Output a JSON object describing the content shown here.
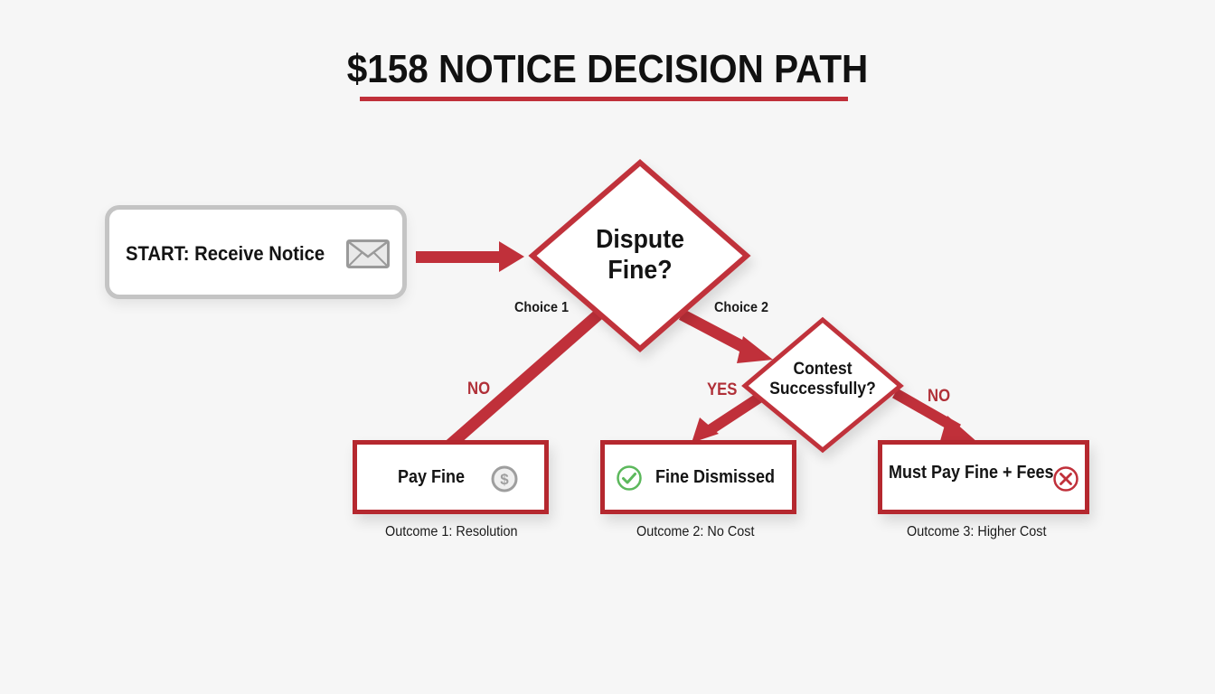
{
  "title": "$158 NOTICE DECISION PATH",
  "colors": {
    "accent_red": "#c0303a",
    "box_border_red": "#b5282f",
    "start_border_gray": "#c4c4c4",
    "success_green": "#5cb85c",
    "neutral_gray": "#9a9a9a",
    "background": "#f6f6f6"
  },
  "start": {
    "label": "START: Receive Notice",
    "icon": "envelope-icon"
  },
  "decision_1": {
    "line1": "Dispute",
    "line2": "Fine?",
    "choice_left": "Choice 1",
    "choice_right": "Choice 2",
    "left_branch": "NO"
  },
  "decision_2": {
    "line1": "Contest",
    "line2": "Successfully?",
    "left_branch": "YES",
    "right_branch": "NO"
  },
  "outcomes": [
    {
      "label": "Pay Fine",
      "icon": "dollar-coin-icon",
      "caption": "Outcome 1: Resolution"
    },
    {
      "label": "Fine Dismissed",
      "icon": "check-circle-icon",
      "caption": "Outcome 2: No Cost"
    },
    {
      "label": "Must Pay Fine + Fees",
      "icon": "x-circle-icon",
      "caption": "Outcome 3: Higher Cost"
    }
  ]
}
